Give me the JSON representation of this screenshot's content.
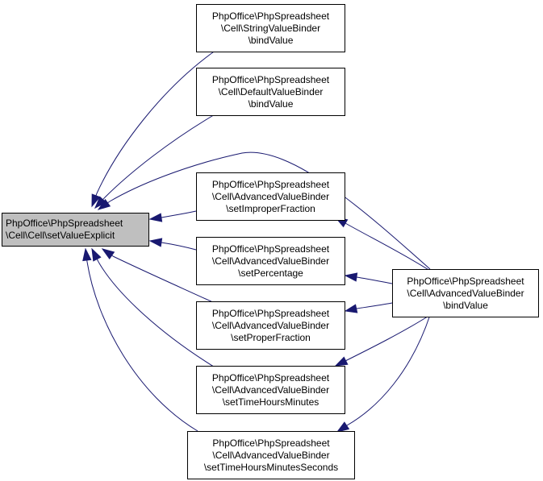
{
  "colors": {
    "edge": "#191970",
    "root_fill": "#bfbfbf",
    "node_fill": "#ffffff",
    "border": "#000000"
  },
  "nodes": {
    "root": {
      "lines": [
        "PhpOffice\\PhpSpreadsheet",
        "\\Cell\\Cell\\setValueExplicit"
      ]
    },
    "string_bind": {
      "lines": [
        "PhpOffice\\PhpSpreadsheet",
        "\\Cell\\StringValueBinder",
        "\\bindValue"
      ]
    },
    "default_bind": {
      "lines": [
        "PhpOffice\\PhpSpreadsheet",
        "\\Cell\\DefaultValueBinder",
        "\\bindValue"
      ]
    },
    "improper": {
      "lines": [
        "PhpOffice\\PhpSpreadsheet",
        "\\Cell\\AdvancedValueBinder",
        "\\setImproperFraction"
      ]
    },
    "percentage": {
      "lines": [
        "PhpOffice\\PhpSpreadsheet",
        "\\Cell\\AdvancedValueBinder",
        "\\setPercentage"
      ]
    },
    "proper": {
      "lines": [
        "PhpOffice\\PhpSpreadsheet",
        "\\Cell\\AdvancedValueBinder",
        "\\setProperFraction"
      ]
    },
    "hours_minutes": {
      "lines": [
        "PhpOffice\\PhpSpreadsheet",
        "\\Cell\\AdvancedValueBinder",
        "\\setTimeHoursMinutes"
      ]
    },
    "hours_minutes_seconds": {
      "lines": [
        "PhpOffice\\PhpSpreadsheet",
        "\\Cell\\AdvancedValueBinder",
        "\\setTimeHoursMinutesSeconds"
      ]
    },
    "advanced_bind": {
      "lines": [
        "PhpOffice\\PhpSpreadsheet",
        "\\Cell\\AdvancedValueBinder",
        "\\bindValue"
      ]
    }
  },
  "edges": [
    {
      "from": "string_bind",
      "to": "root"
    },
    {
      "from": "default_bind",
      "to": "root"
    },
    {
      "from": "advanced_bind",
      "to": "root"
    },
    {
      "from": "improper",
      "to": "root"
    },
    {
      "from": "percentage",
      "to": "root"
    },
    {
      "from": "proper",
      "to": "root"
    },
    {
      "from": "hours_minutes",
      "to": "root"
    },
    {
      "from": "hours_minutes_seconds",
      "to": "root"
    },
    {
      "from": "advanced_bind",
      "to": "improper"
    },
    {
      "from": "advanced_bind",
      "to": "percentage"
    },
    {
      "from": "advanced_bind",
      "to": "proper"
    },
    {
      "from": "advanced_bind",
      "to": "hours_minutes"
    },
    {
      "from": "advanced_bind",
      "to": "hours_minutes_seconds"
    }
  ]
}
